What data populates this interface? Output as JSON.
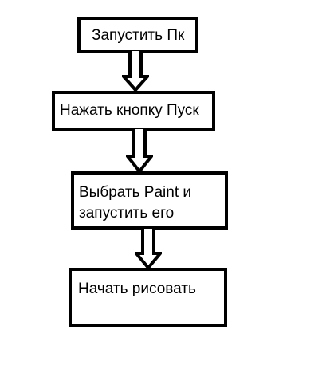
{
  "flowchart": {
    "steps": [
      {
        "label": "Запустить Пк"
      },
      {
        "label": "Нажать кнопку Пуск"
      },
      {
        "label_line1": "Выбрать Paint и",
        "label_line2": "запустить его"
      },
      {
        "label": "Начать рисовать"
      }
    ]
  }
}
